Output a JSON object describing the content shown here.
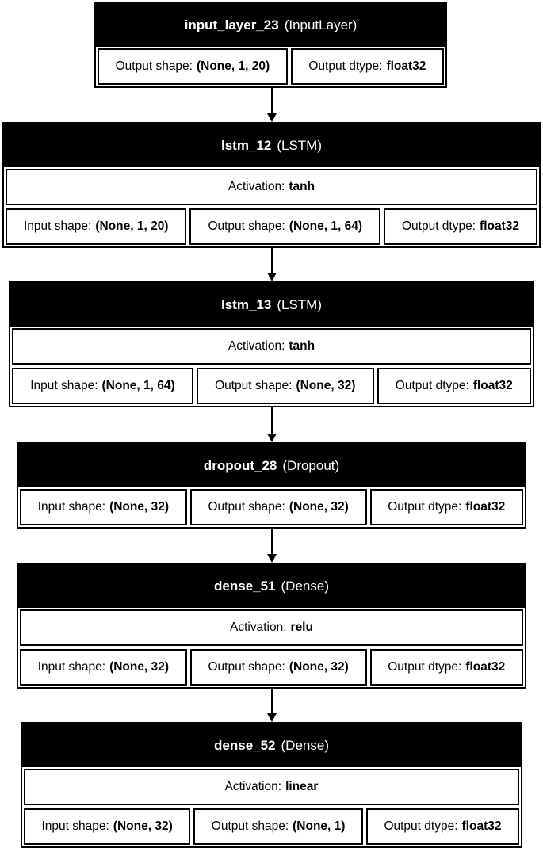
{
  "layers": [
    {
      "name": "input_layer_23",
      "type": "(InputLayer)",
      "rows": [
        [
          {
            "label": "Output shape:",
            "value": "(None, 1, 20)"
          },
          {
            "label": "Output dtype:",
            "value": "float32"
          }
        ]
      ]
    },
    {
      "name": "lstm_12",
      "type": "(LSTM)",
      "rows": [
        [
          {
            "label": "Activation:",
            "value": "tanh"
          }
        ],
        [
          {
            "label": "Input shape:",
            "value": "(None, 1, 20)"
          },
          {
            "label": "Output shape:",
            "value": "(None, 1, 64)"
          },
          {
            "label": "Output dtype:",
            "value": "float32"
          }
        ]
      ]
    },
    {
      "name": "lstm_13",
      "type": "(LSTM)",
      "rows": [
        [
          {
            "label": "Activation:",
            "value": "tanh"
          }
        ],
        [
          {
            "label": "Input shape:",
            "value": "(None, 1, 64)"
          },
          {
            "label": "Output shape:",
            "value": "(None, 32)"
          },
          {
            "label": "Output dtype:",
            "value": "float32"
          }
        ]
      ]
    },
    {
      "name": "dropout_28",
      "type": "(Dropout)",
      "rows": [
        [
          {
            "label": "Input shape:",
            "value": "(None, 32)"
          },
          {
            "label": "Output shape:",
            "value": "(None, 32)"
          },
          {
            "label": "Output dtype:",
            "value": "float32"
          }
        ]
      ]
    },
    {
      "name": "dense_51",
      "type": "(Dense)",
      "rows": [
        [
          {
            "label": "Activation:",
            "value": "relu"
          }
        ],
        [
          {
            "label": "Input shape:",
            "value": "(None, 32)"
          },
          {
            "label": "Output shape:",
            "value": "(None, 32)"
          },
          {
            "label": "Output dtype:",
            "value": "float32"
          }
        ]
      ]
    },
    {
      "name": "dense_52",
      "type": "(Dense)",
      "rows": [
        [
          {
            "label": "Activation:",
            "value": "linear"
          }
        ],
        [
          {
            "label": "Input shape:",
            "value": "(None, 32)"
          },
          {
            "label": "Output shape:",
            "value": "(None, 1)"
          },
          {
            "label": "Output dtype:",
            "value": "float32"
          }
        ]
      ]
    }
  ]
}
